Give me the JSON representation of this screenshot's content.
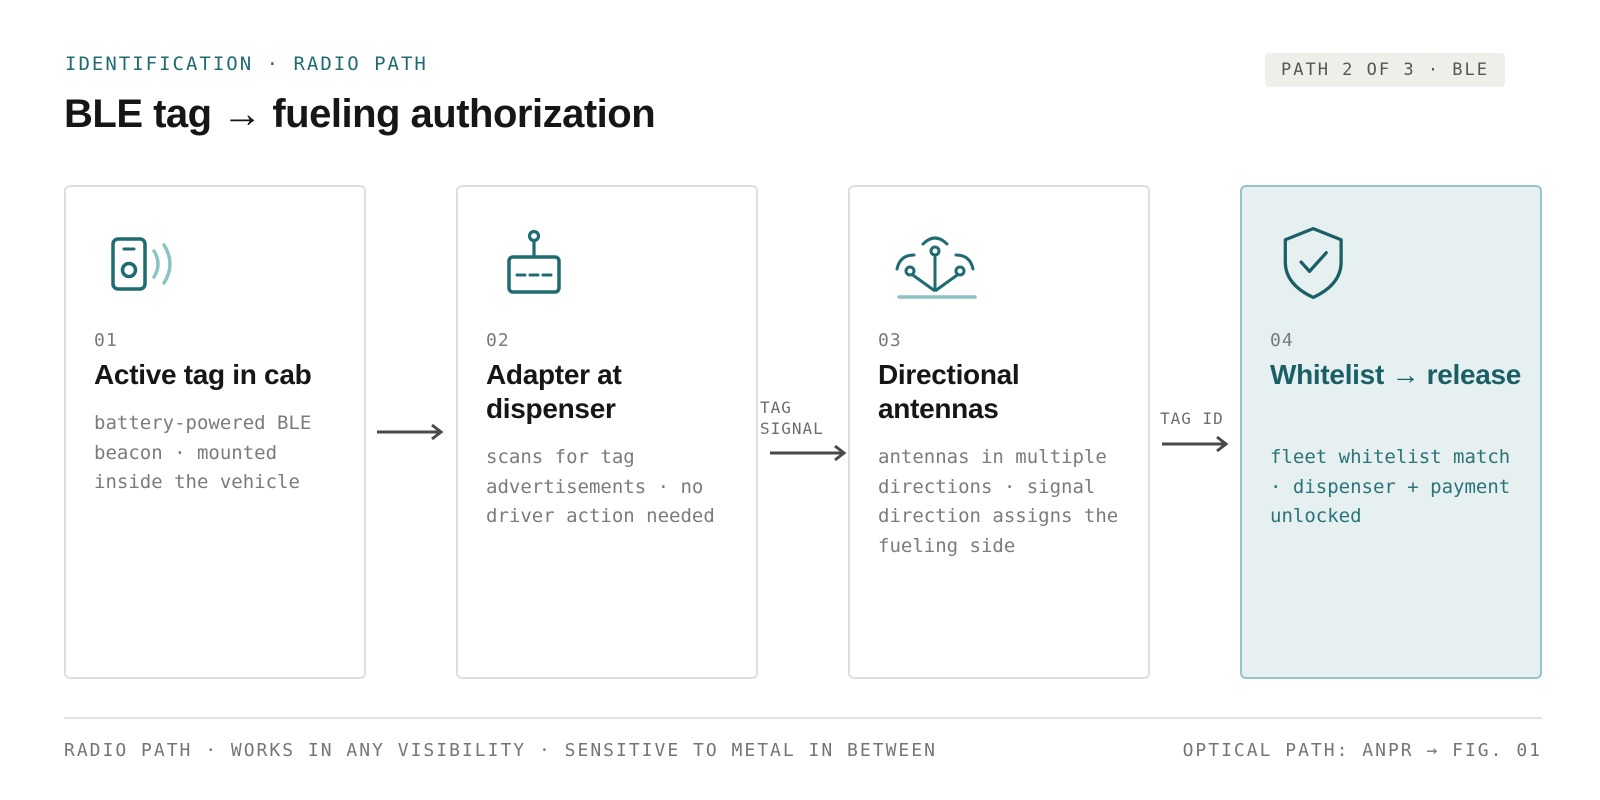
{
  "header": {
    "eyebrow": "IDENTIFICATION · RADIO PATH",
    "title": "BLE tag → fueling authorization",
    "path_badge": "PATH 2 OF 3 · BLE"
  },
  "steps": [
    {
      "number": "01",
      "title": "Active tag in cab",
      "description": "battery-powered BLE beacon · mounted inside the vehicle",
      "icon": "ble-tag-icon"
    },
    {
      "number": "02",
      "title": "Adapter at dispenser",
      "description": "scans for tag advertisements · no driver action needed",
      "icon": "adapter-icon"
    },
    {
      "number": "03",
      "title": "Directional antennas",
      "description": "antennas in multiple directions · signal direction assigns the fueling side",
      "icon": "antennas-icon"
    },
    {
      "number": "04",
      "title": "Whitelist → release",
      "description": "fleet whitelist match · dispenser + payment unlocked",
      "icon": "shield-check-icon"
    }
  ],
  "connectors": [
    {
      "label": ""
    },
    {
      "label": "TAG SIGNAL"
    },
    {
      "label": "TAG ID"
    }
  ],
  "footer": {
    "left": "RADIO PATH · WORKS IN ANY VISIBILITY · SENSITIVE TO METAL IN BETWEEN",
    "right": "OPTICAL PATH: ANPR → FIG. 01"
  },
  "colors": {
    "accent": "#1f6b72",
    "accent_light": "#8cc4c6",
    "final_bg": "#e7f0f0",
    "arrow": "#4a4a4a"
  }
}
